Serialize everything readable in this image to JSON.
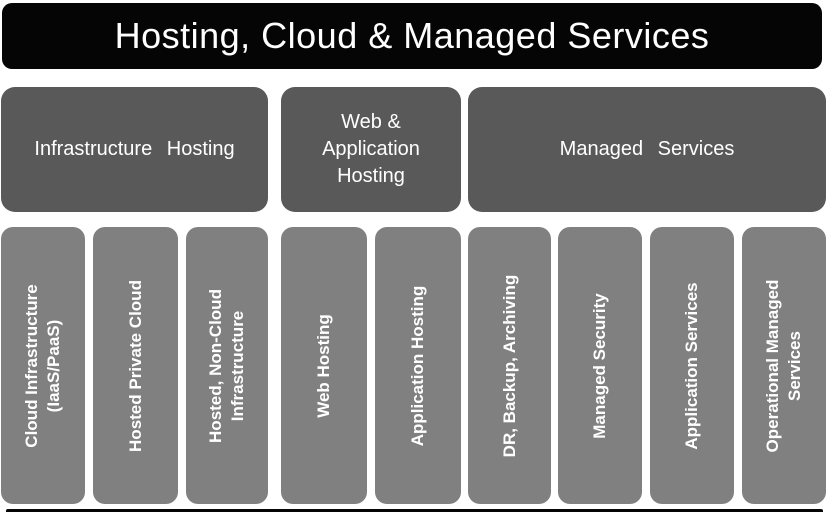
{
  "title": "Hosting, Cloud & Managed Services",
  "colors": {
    "banner_bg": "#050505",
    "header_bg": "#595959",
    "column_bg": "#808080",
    "text": "#ffffff"
  },
  "groups": [
    {
      "label": "Infrastructure Hosting",
      "items": [
        {
          "label": "Cloud Infrastructure\n(IaaS/PaaS)"
        },
        {
          "label": "Hosted Private Cloud"
        },
        {
          "label": "Hosted, Non-Cloud\nInfrastructure"
        }
      ]
    },
    {
      "label": "Web &\nApplication\nHosting",
      "items": [
        {
          "label": "Web Hosting"
        },
        {
          "label": "Application Hosting"
        }
      ]
    },
    {
      "label": "Managed Services",
      "items": [
        {
          "label": "DR, Backup, Archiving"
        },
        {
          "label": "Managed Security"
        },
        {
          "label": "Application Services"
        },
        {
          "label": "Operational Managed\nServices"
        }
      ]
    }
  ]
}
